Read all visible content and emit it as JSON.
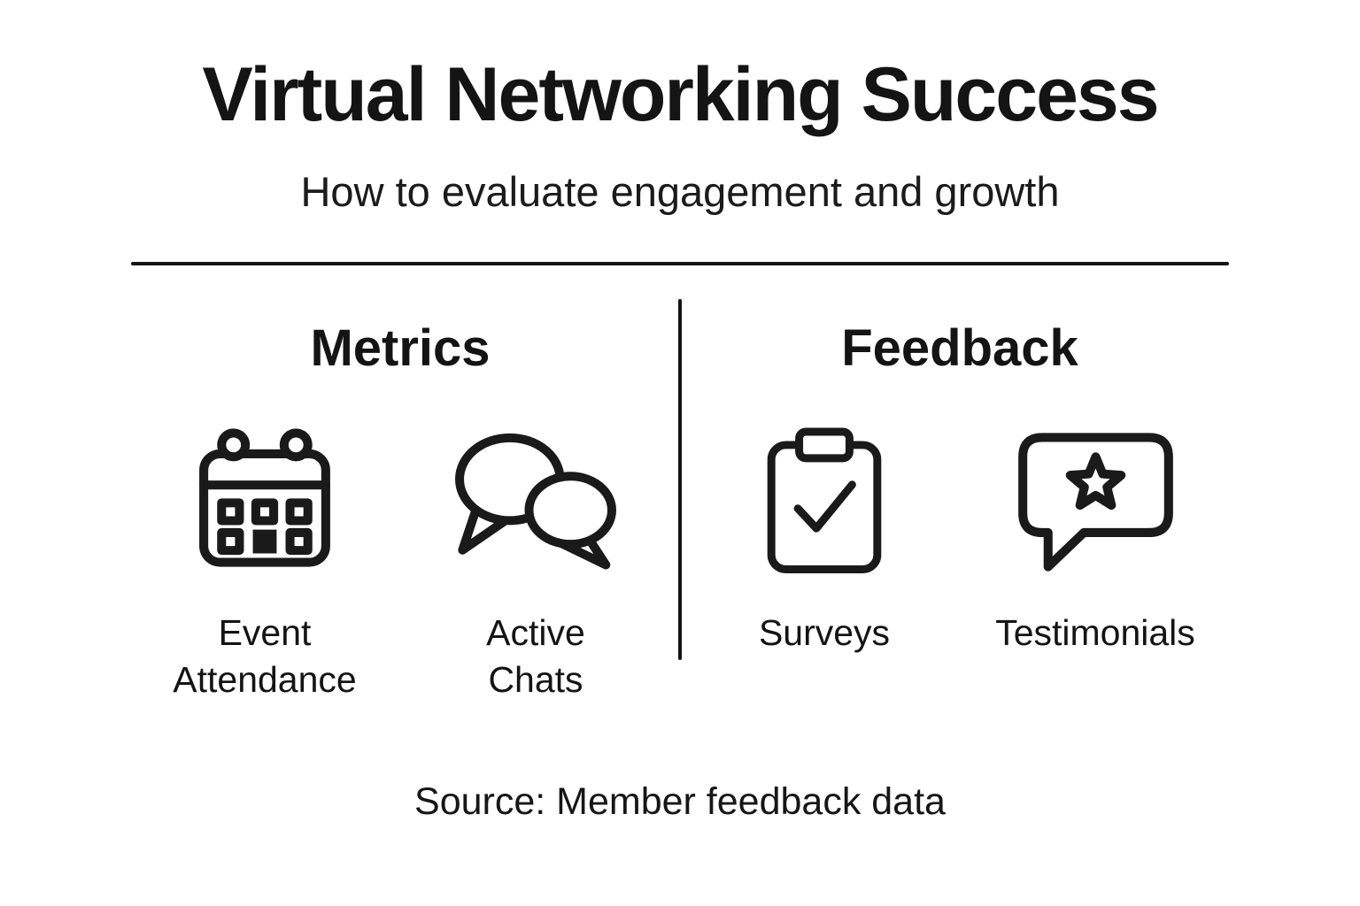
{
  "page": {
    "title": "Virtual Networking Success",
    "subtitle": "How to evaluate engagement and growth",
    "source": "Source: Member feedback data"
  },
  "columns": [
    {
      "heading": "Metrics",
      "items": [
        {
          "icon": "calendar-icon",
          "label": "Event\nAttendance"
        },
        {
          "icon": "chat-bubbles-icon",
          "label": "Active\nChats"
        }
      ]
    },
    {
      "heading": "Feedback",
      "items": [
        {
          "icon": "clipboard-check-icon",
          "label": "Surveys"
        },
        {
          "icon": "speech-bubble-star-icon",
          "label": "Testimonials"
        }
      ]
    }
  ],
  "colors": {
    "ink": "#1a1a1a",
    "background": "#ffffff"
  }
}
